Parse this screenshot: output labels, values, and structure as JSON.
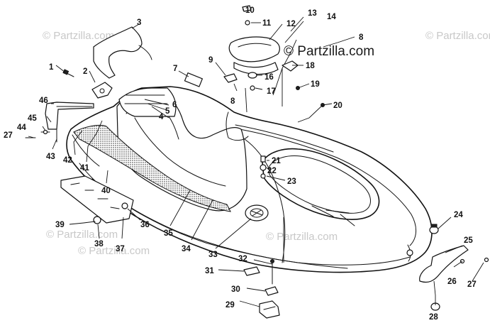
{
  "watermark": {
    "main": "© Partzilla.com",
    "faint": "© Partzilla.com"
  },
  "callouts": [
    "1",
    "2",
    "3",
    "4",
    "5",
    "6",
    "7",
    "8",
    "9",
    "10",
    "11",
    "12",
    "13",
    "14",
    "16",
    "17",
    "18",
    "19",
    "20",
    "21",
    "22",
    "23",
    "24",
    "25",
    "26",
    "27",
    "28",
    "29",
    "30",
    "31",
    "32",
    "33",
    "34",
    "35",
    "36",
    "37",
    "38",
    "39",
    "40",
    "41",
    "42",
    "43",
    "44",
    "45",
    "46"
  ],
  "colors": {
    "line": "#111111",
    "watermark_faint": "#c8c8c8"
  }
}
